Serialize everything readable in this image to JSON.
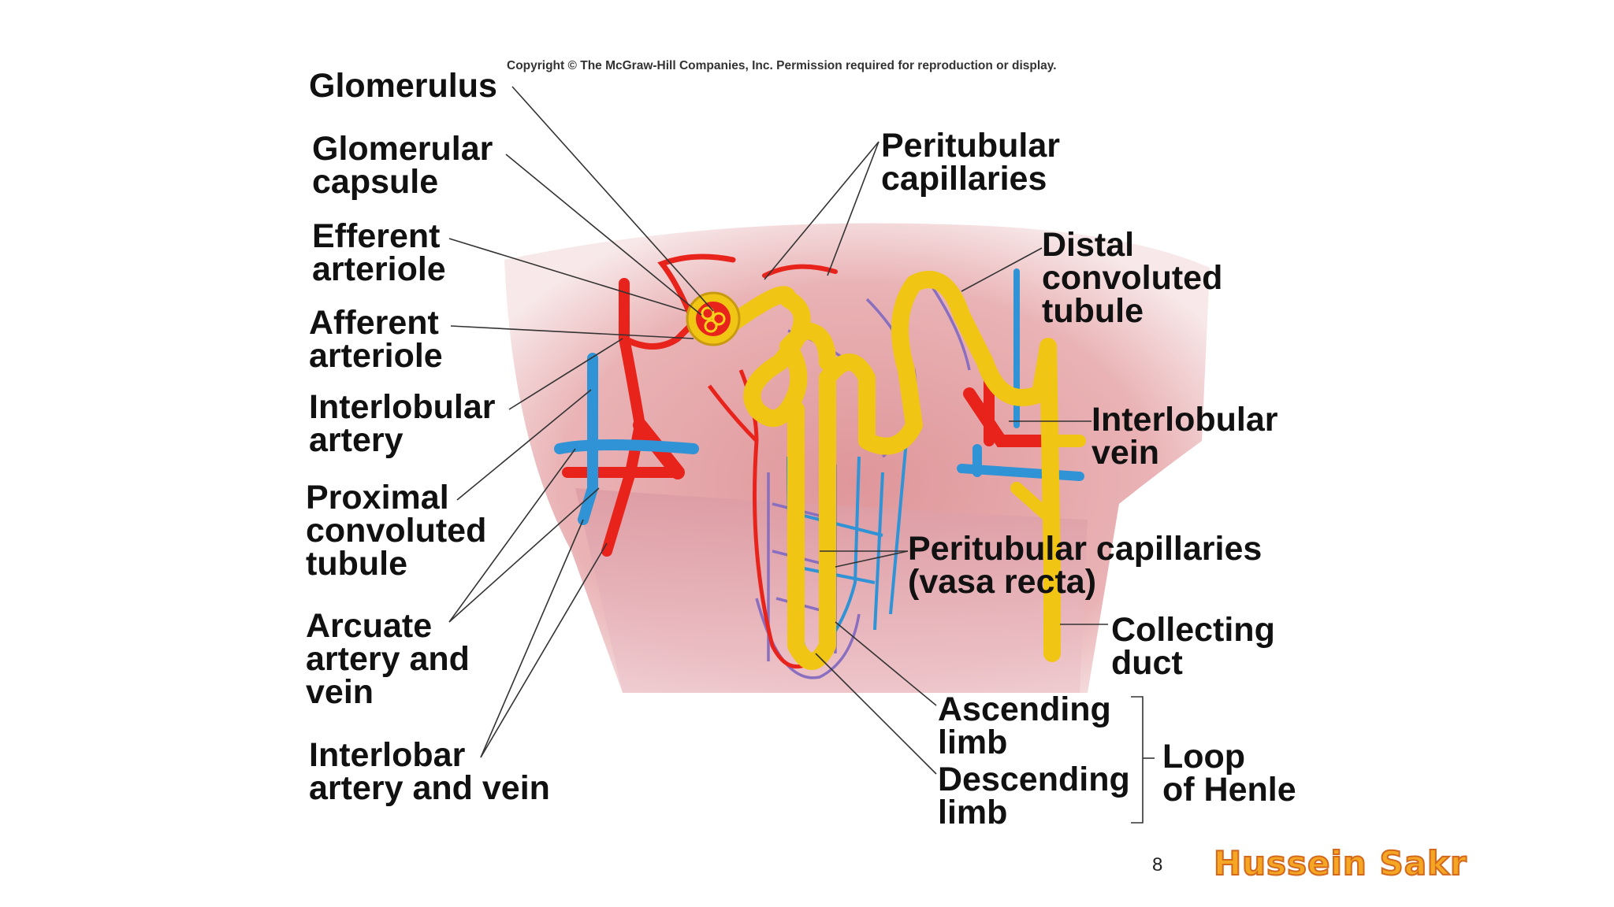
{
  "copyright": "Copyright © The McGraw-Hill Companies, Inc. Permission required for reproduction or display.",
  "labels": {
    "glomerulus": [
      "Glomerulus"
    ],
    "glomerular_capsule": [
      "Glomerular",
      "capsule"
    ],
    "efferent_arteriole": [
      "Efferent",
      "arteriole"
    ],
    "afferent_arteriole": [
      "Afferent",
      "arteriole"
    ],
    "interlobular_artery": [
      "Interlobular",
      "artery"
    ],
    "proximal_convoluted_tubule": [
      "Proximal",
      "convoluted",
      "tubule"
    ],
    "arcuate_artery_and_vein": [
      "Arcuate",
      "artery and",
      "vein"
    ],
    "interlobar_artery_and_vein": [
      "Interlobar",
      "artery and vein"
    ],
    "peritubular_capillaries": [
      "Peritubular",
      "capillaries"
    ],
    "distal_convoluted_tubule": [
      "Distal",
      "convoluted",
      "tubule"
    ],
    "interlobular_vein": [
      "Interlobular",
      "vein"
    ],
    "vasa_recta": [
      "Peritubular capillaries",
      "(vasa recta)"
    ],
    "collecting_duct": [
      "Collecting",
      "duct"
    ],
    "ascending_limb": [
      "Ascending",
      "limb"
    ],
    "descending_limb": [
      "Descending",
      "limb"
    ],
    "loop_of_henle": [
      "Loop",
      "of Henle"
    ]
  },
  "footer": {
    "page_number": "8",
    "author": "Hussein Sakr"
  },
  "colors": {
    "artery": "#e8231c",
    "vein": "#2f93d6",
    "tubule": "#f7d21a",
    "capillary": "#8a6fc0",
    "tissue": "#d9878b"
  }
}
